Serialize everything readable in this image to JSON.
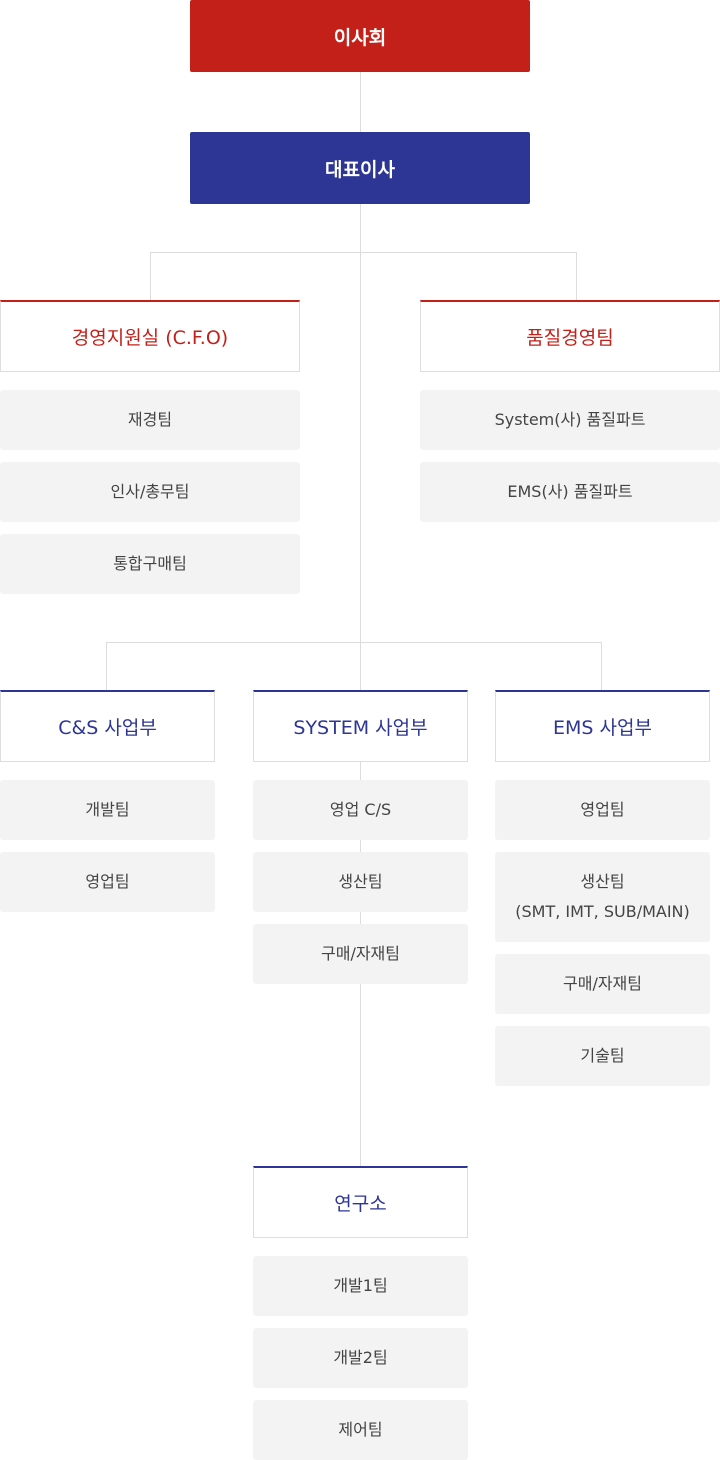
{
  "board": "이사회",
  "ceo": "대표이사",
  "management": {
    "title": "경영지원실 (C.F.O)",
    "teams": [
      "재경팀",
      "인사/총무팀",
      "통합구매팀"
    ]
  },
  "quality": {
    "title": "품질경영팀",
    "teams": [
      "System(사) 품질파트",
      "EMS(사) 품질파트"
    ]
  },
  "cs": {
    "title": "C&S 사업부",
    "teams": [
      "개발팀",
      "영업팀"
    ]
  },
  "system": {
    "title": "SYSTEM 사업부",
    "teams": [
      "영업 C/S",
      "생산팀",
      "구매/자재팀"
    ]
  },
  "ems": {
    "title": "EMS 사업부",
    "teams": [
      "영업팀",
      "생산팀\n(SMT, IMT, SUB/MAIN)",
      "구매/자재팀",
      "기술팀"
    ]
  },
  "lab": {
    "title": "연구소",
    "teams": [
      "개발1팀",
      "개발2팀",
      "제어팀"
    ]
  },
  "colors": {
    "board": "#c4201a",
    "ceo": "#2e3695",
    "team_bg": "#f3f3f3",
    "connector": "#dcdcdc"
  }
}
